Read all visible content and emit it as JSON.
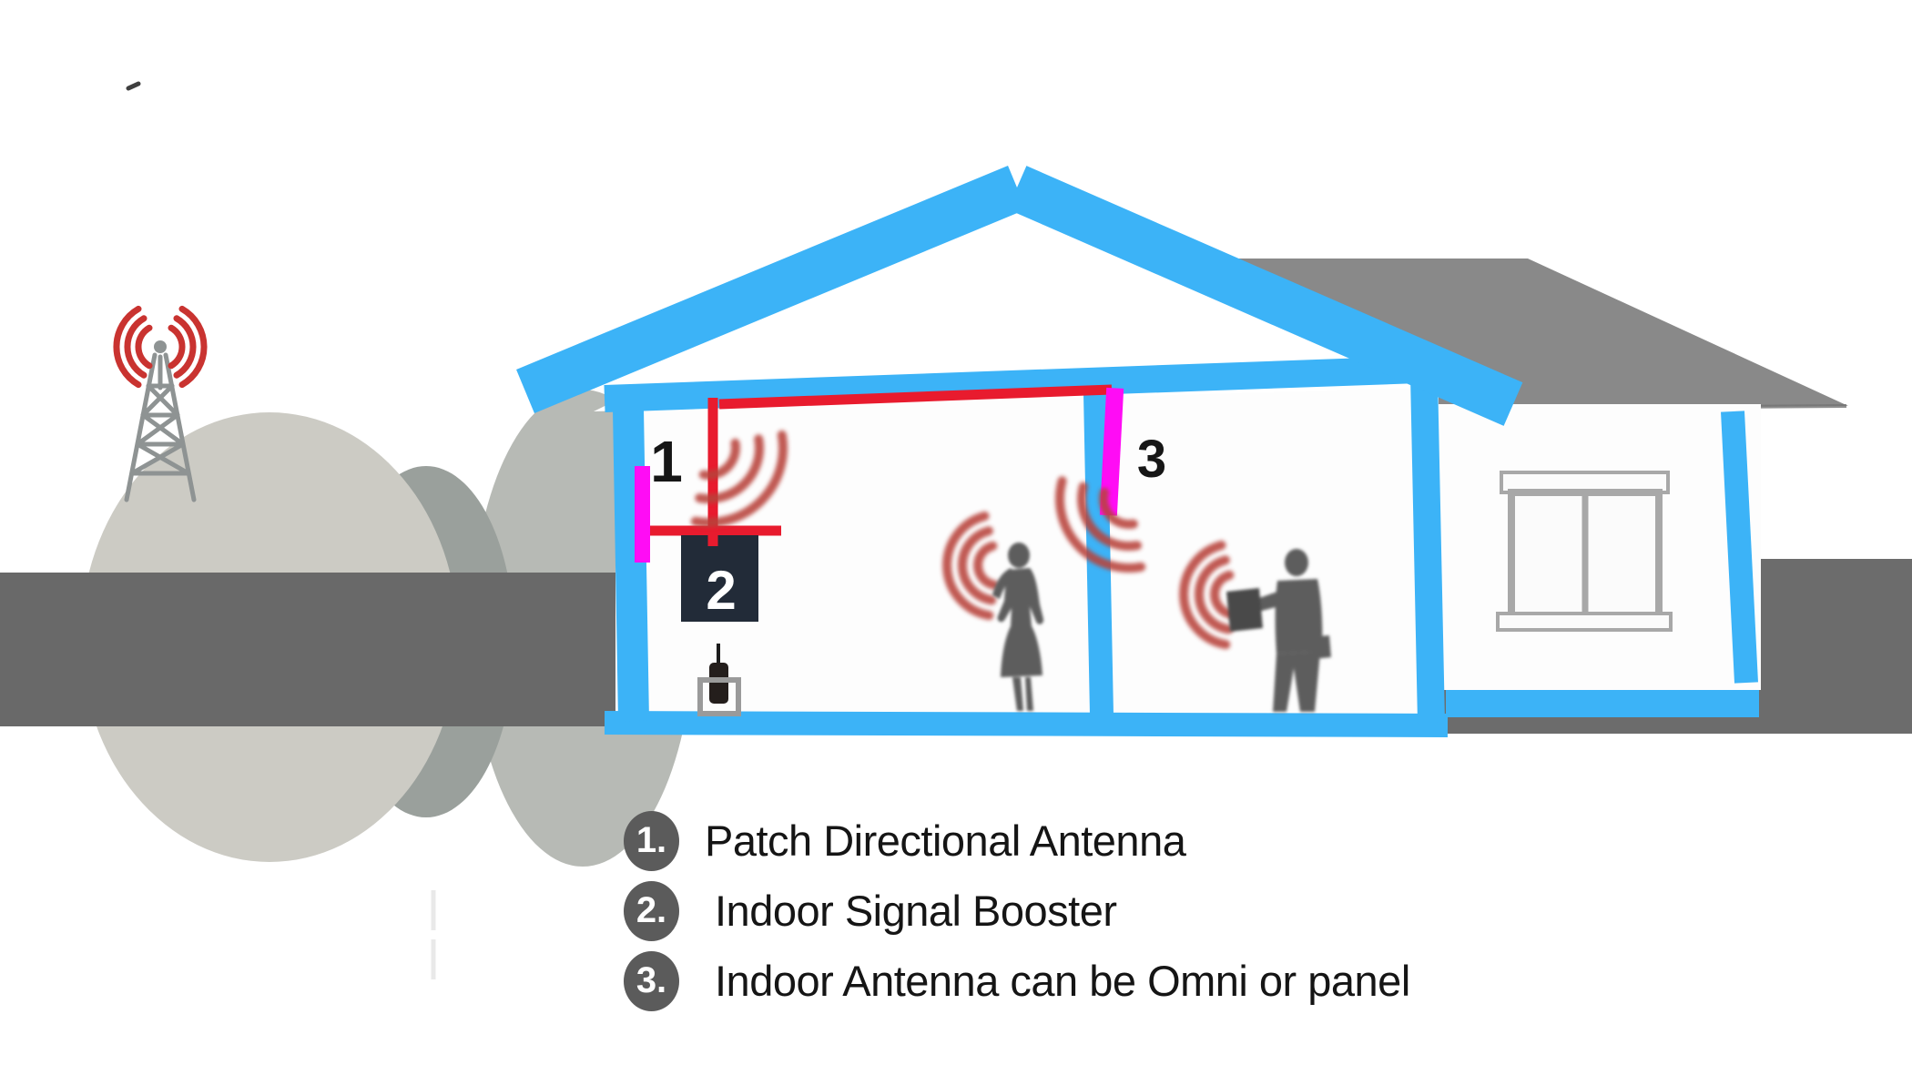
{
  "diagram": {
    "title_hint": "cell signal booster house cross-section",
    "component_labels": {
      "antenna1": "1",
      "booster": "2",
      "antenna3": "3"
    }
  },
  "legend": {
    "items": [
      {
        "number": "1.",
        "label": "Patch Directional Antenna"
      },
      {
        "number": "2.",
        "label": "Indoor Signal Booster"
      },
      {
        "number": "3.",
        "label": "Indoor Antenna can be Omni or panel"
      }
    ]
  },
  "icons": {
    "tower": "cell-tower-icon",
    "signal": "radio-waves-icon",
    "house": "house-outline",
    "people": "person-silhouette"
  },
  "colors": {
    "house_outline": "#3cb3f7",
    "antenna_magenta": "#ff0cf5",
    "cable_red": "#e81b2e",
    "signal_red": "#b8423a",
    "booster_box": "#222b38",
    "ground": "#696969",
    "back_roof": "#898989",
    "silhouette": "#5d5d5d",
    "legend_circle": "#5b5b5b",
    "hill_light": "#cccbc4",
    "hill_mid": "#b7bab5",
    "hill_dark": "#9aa09c",
    "tower_gray": "#8e9393"
  }
}
